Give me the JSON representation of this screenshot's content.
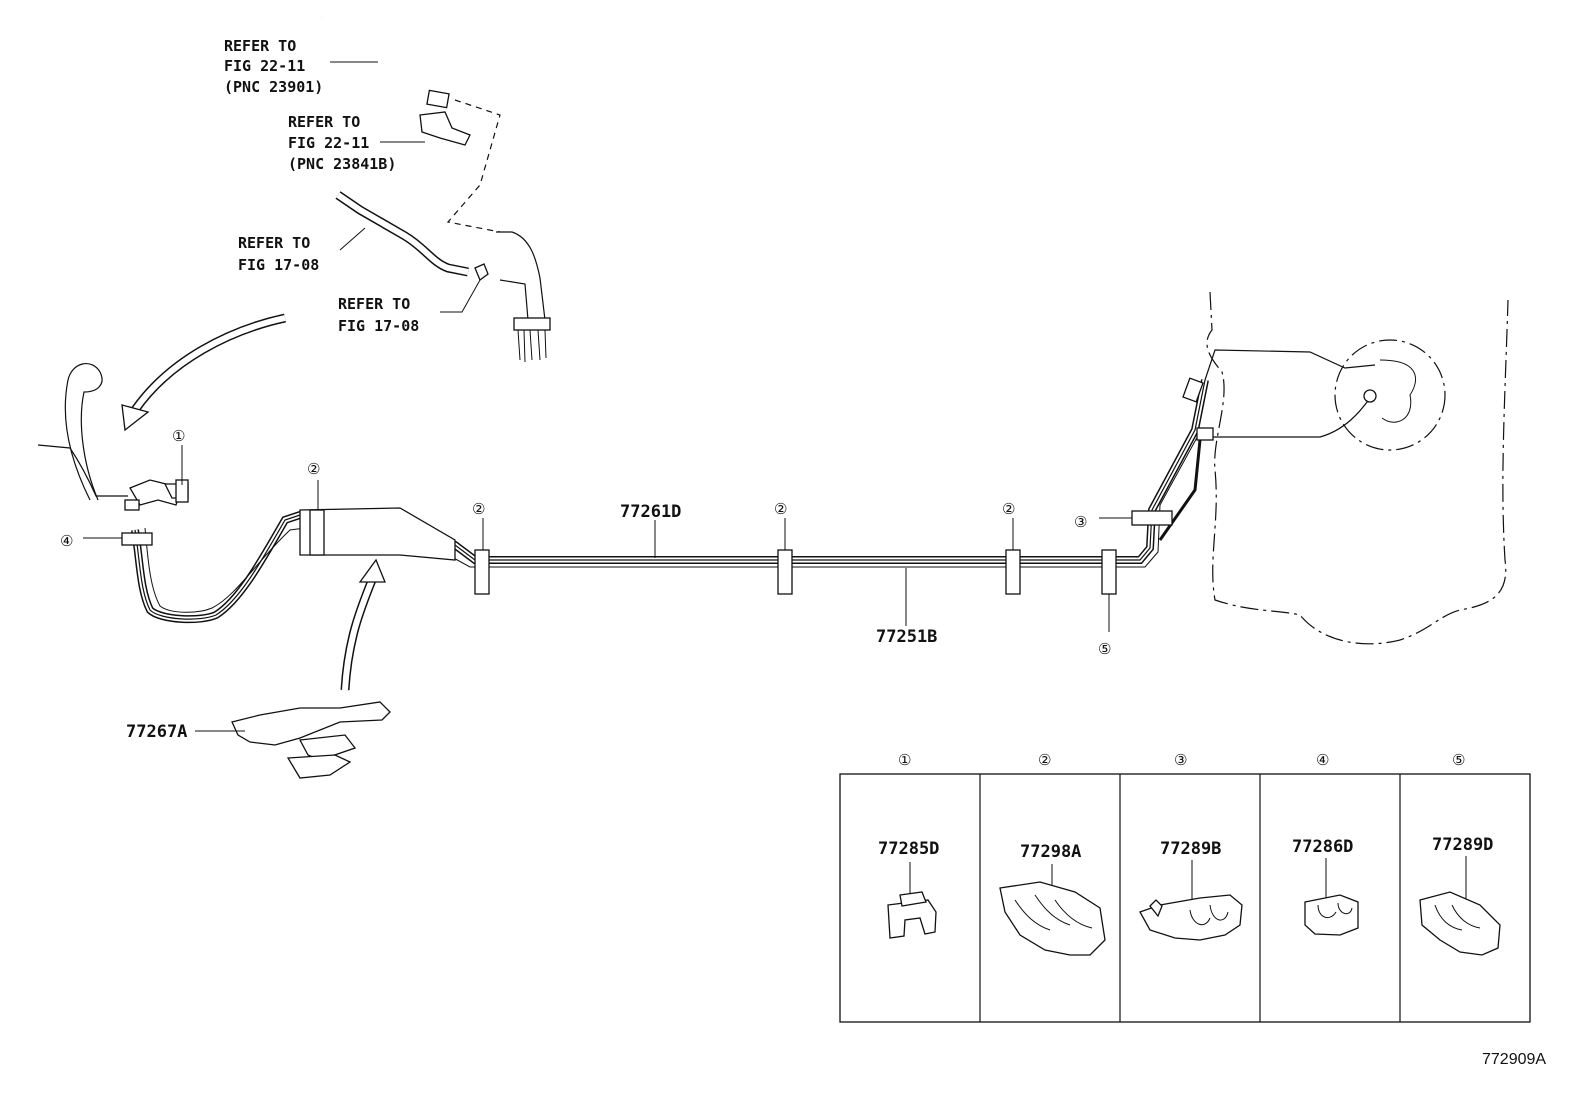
{
  "refs": {
    "r1": [
      "REFER TO",
      "FIG 22-11",
      "(PNC 23901)"
    ],
    "r2": [
      "REFER TO",
      "FIG 22-11",
      "(PNC 23841B)"
    ],
    "r3": [
      "REFER TO",
      "FIG 17-08"
    ],
    "r4": [
      "REFER TO",
      "FIG 17-08"
    ]
  },
  "parts": {
    "tube_upper": "77261D",
    "tube_lower": "77251B",
    "protector": "77267A"
  },
  "callouts": {
    "c1": "①",
    "c2": "②",
    "c3": "③",
    "c4": "④",
    "c5": "⑤"
  },
  "legend": [
    {
      "num": "①",
      "part": "77285D"
    },
    {
      "num": "②",
      "part": "77298A"
    },
    {
      "num": "③",
      "part": "77289B"
    },
    {
      "num": "④",
      "part": "77286D"
    },
    {
      "num": "⑤",
      "part": "77289D"
    }
  ],
  "figure_id": "772909A"
}
